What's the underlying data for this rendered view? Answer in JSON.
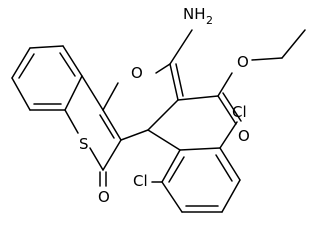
{
  "structure": {
    "atoms": {
      "nh2": "NH",
      "nh2_subscript": "2",
      "ring_oxygen": "O",
      "ester_carbonyl_oxygen": "O",
      "ester_ether_oxygen": "O",
      "thio_sulfur": "S",
      "ketone_oxygen": "O",
      "chlorine_top": "Cl",
      "chlorine_bottom": "Cl"
    }
  }
}
